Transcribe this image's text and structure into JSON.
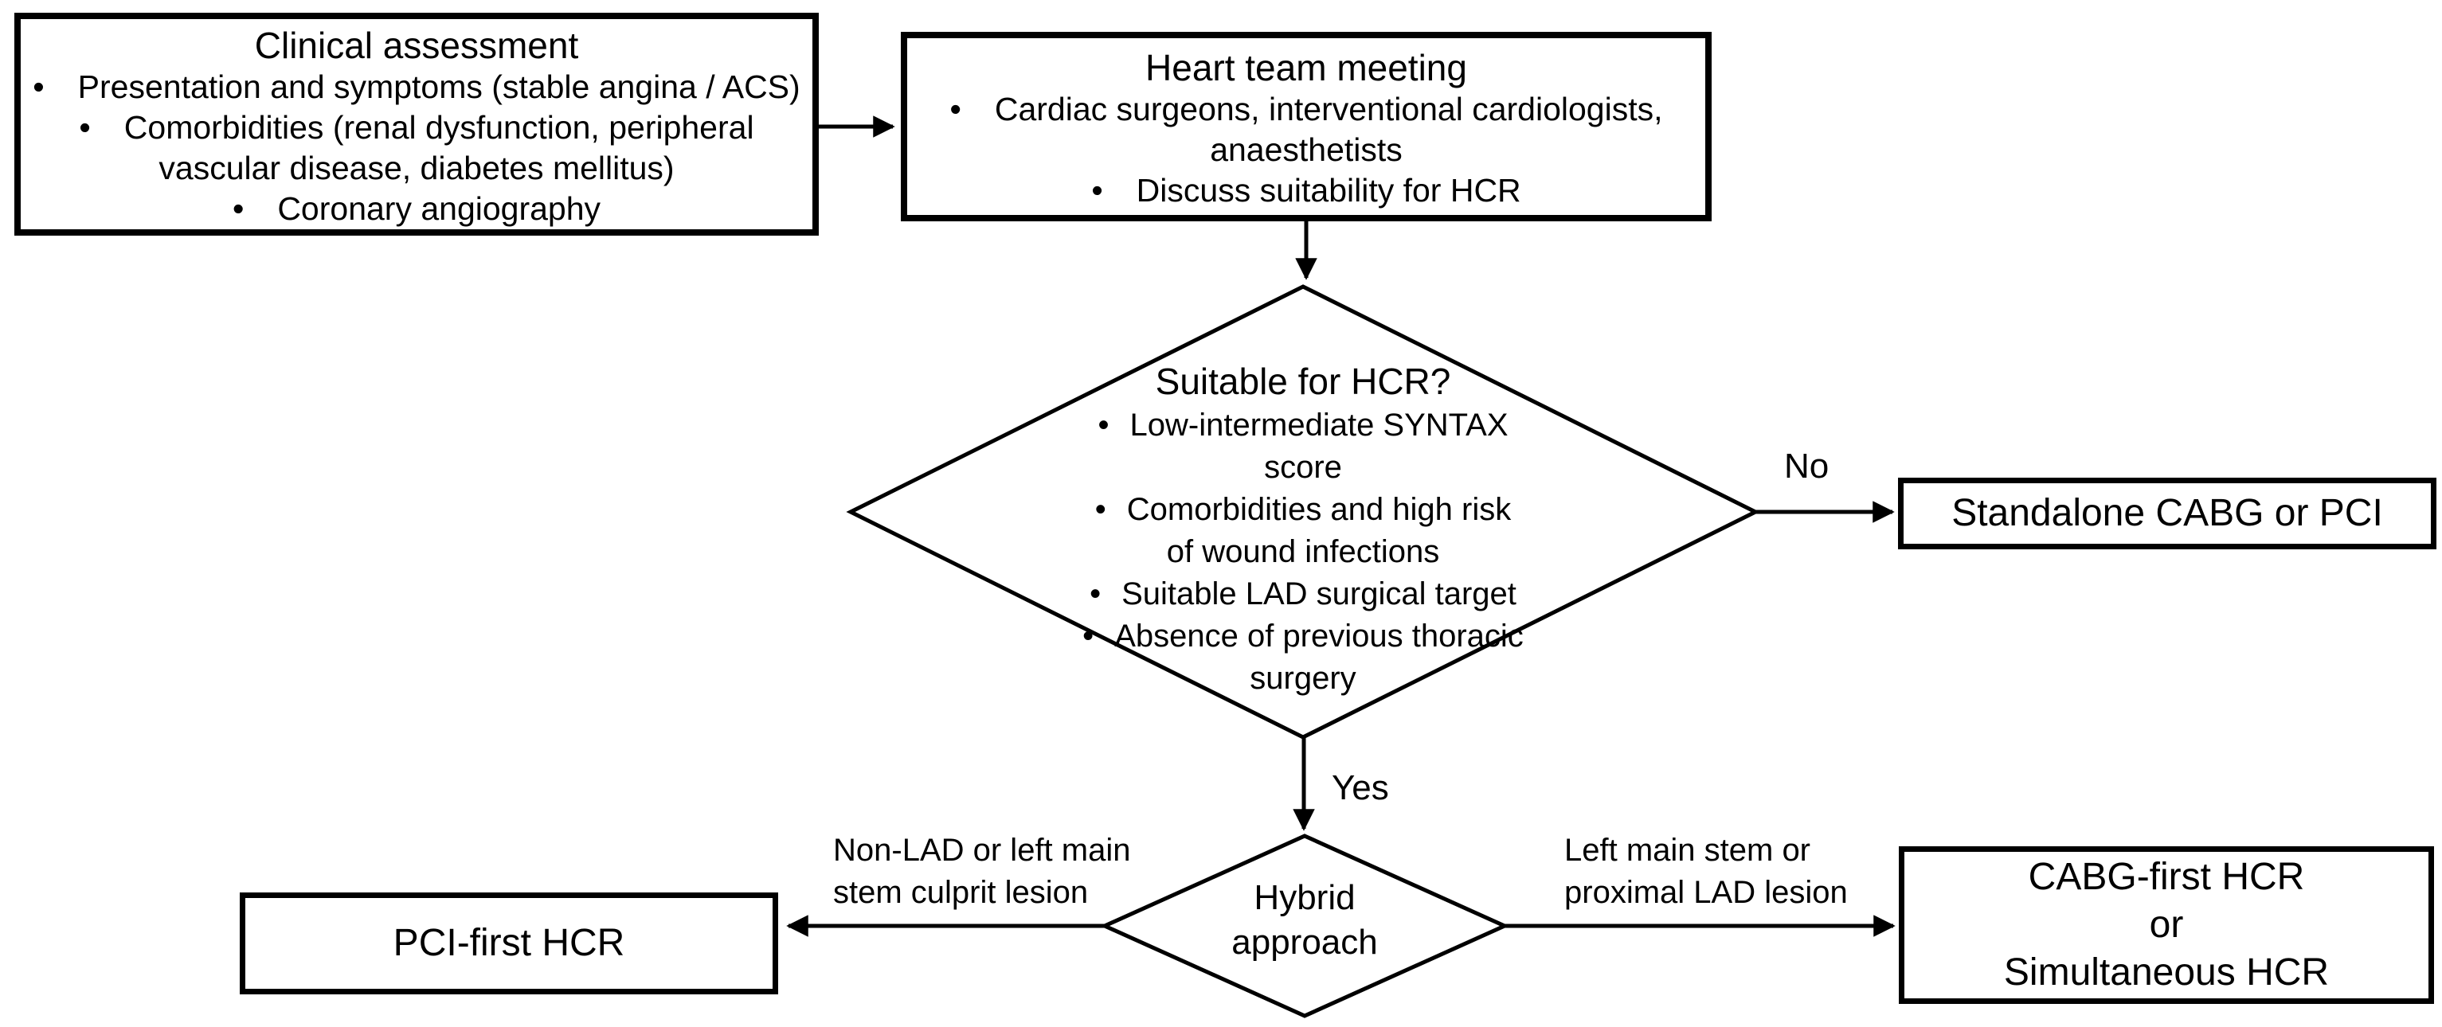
{
  "page": {
    "background_color": "#ffffff",
    "line_color": "#000000",
    "text_color": "#000000",
    "bullet_glyph": "•"
  },
  "nodes": {
    "clinical_assessment": {
      "title": "Clinical assessment",
      "bullets": [
        {
          "lines": [
            "Presentation and symptoms (stable angina / ACS)"
          ]
        },
        {
          "lines": [
            "Comorbidities (renal dysfunction, peripheral",
            "vascular disease, diabetes mellitus)"
          ]
        },
        {
          "lines": [
            "Coronary angiography"
          ]
        }
      ]
    },
    "heart_team_meeting": {
      "title": "Heart team meeting",
      "bullets": [
        {
          "lines": [
            "Cardiac surgeons, interventional cardiologists,",
            "anaesthetists"
          ]
        },
        {
          "lines": [
            "Discuss suitability for HCR"
          ]
        }
      ]
    },
    "suitable_for_hcr": {
      "title": "Suitable for HCR?",
      "bullets": [
        {
          "lines": [
            "Low-intermediate SYNTAX",
            "score"
          ]
        },
        {
          "lines": [
            "Comorbidities and high risk",
            "of wound infections"
          ]
        },
        {
          "lines": [
            "Suitable LAD surgical target"
          ]
        },
        {
          "lines": [
            "Absence of previous thoracic",
            "surgery"
          ]
        }
      ]
    },
    "standalone_cabg_or_pci": {
      "label": "Standalone CABG or PCI"
    },
    "hybrid_approach": {
      "lines": [
        "Hybrid",
        "approach"
      ]
    },
    "pci_first_hcr": {
      "label": "PCI-first HCR"
    },
    "cabg_first_or_simultaneous": {
      "lines": [
        "CABG-first HCR",
        "or",
        "Simultaneous HCR"
      ]
    }
  },
  "edge_labels": {
    "no": "No",
    "yes": "Yes",
    "left_branch": {
      "lines": [
        "Non-LAD or left main",
        "stem culprit lesion"
      ]
    },
    "right_branch": {
      "lines": [
        "Left main stem or",
        "proximal LAD lesion"
      ]
    }
  }
}
